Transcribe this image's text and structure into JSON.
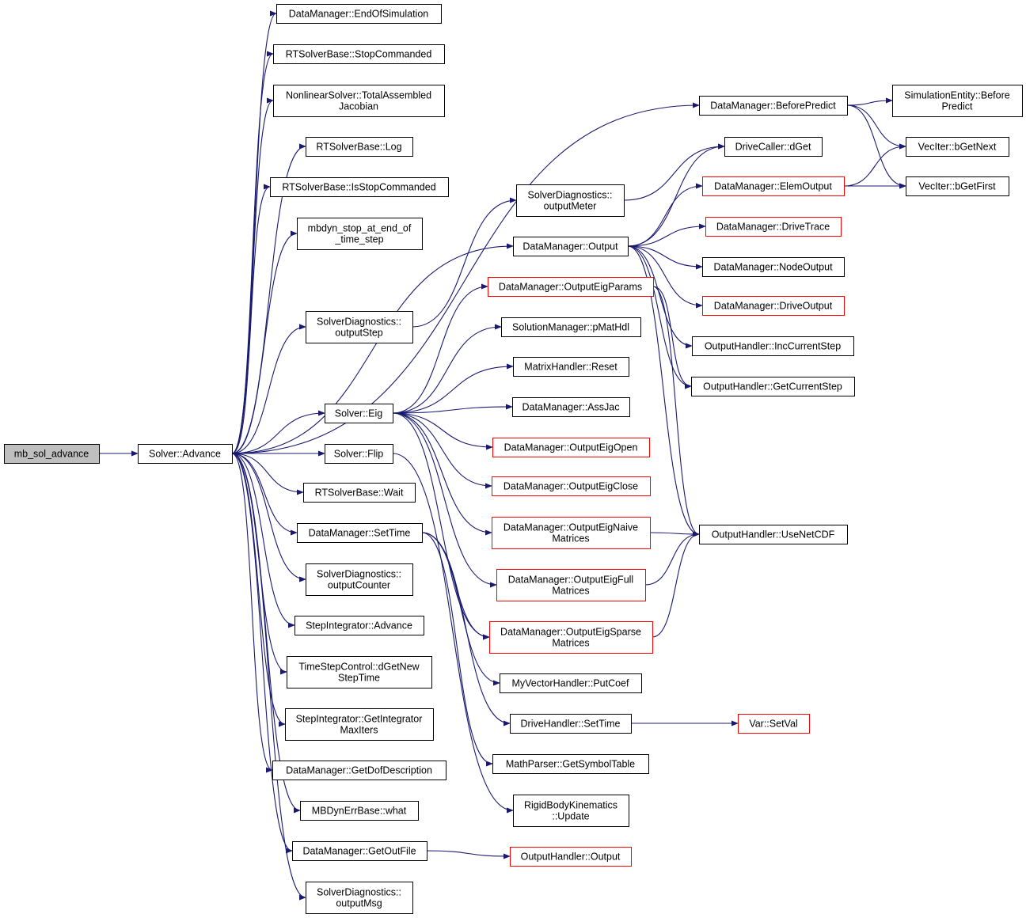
{
  "nodes": [
    {
      "id": "mb_sol_advance",
      "lines": [
        "mb_sol_advance"
      ],
      "style": "root"
    },
    {
      "id": "solver_advance",
      "lines": [
        "Solver::Advance"
      ],
      "style": "normal"
    },
    {
      "id": "dm_endofsim",
      "lines": [
        "DataManager::EndOfSimulation"
      ],
      "style": "normal"
    },
    {
      "id": "rt_stopcommanded",
      "lines": [
        "RTSolverBase::StopCommanded"
      ],
      "style": "normal"
    },
    {
      "id": "nls_totalassembled",
      "lines": [
        "NonlinearSolver::TotalAssembled",
        "Jacobian"
      ],
      "style": "normal"
    },
    {
      "id": "rt_log",
      "lines": [
        "RTSolverBase::Log"
      ],
      "style": "normal"
    },
    {
      "id": "rt_isstopcommanded",
      "lines": [
        "RTSolverBase::IsStopCommanded"
      ],
      "style": "normal"
    },
    {
      "id": "mbdyn_stop",
      "lines": [
        "mbdyn_stop_at_end_of",
        "_time_step"
      ],
      "style": "normal"
    },
    {
      "id": "sd_outputstep",
      "lines": [
        "SolverDiagnostics::",
        "outputStep"
      ],
      "style": "normal"
    },
    {
      "id": "solver_eig",
      "lines": [
        "Solver::Eig"
      ],
      "style": "normal"
    },
    {
      "id": "solver_flip",
      "lines": [
        "Solver::Flip"
      ],
      "style": "normal"
    },
    {
      "id": "rt_wait",
      "lines": [
        "RTSolverBase::Wait"
      ],
      "style": "normal"
    },
    {
      "id": "dm_settime",
      "lines": [
        "DataManager::SetTime"
      ],
      "style": "normal"
    },
    {
      "id": "sd_outputcounter",
      "lines": [
        "SolverDiagnostics::",
        "outputCounter"
      ],
      "style": "normal"
    },
    {
      "id": "si_advance",
      "lines": [
        "StepIntegrator::Advance"
      ],
      "style": "normal"
    },
    {
      "id": "tsc_dgetnew",
      "lines": [
        "TimeStepControl::dGetNew",
        "StepTime"
      ],
      "style": "normal"
    },
    {
      "id": "si_getintegrator",
      "lines": [
        "StepIntegrator::GetIntegrator",
        "MaxIters"
      ],
      "style": "normal"
    },
    {
      "id": "dm_getdofdesc",
      "lines": [
        "DataManager::GetDofDescription"
      ],
      "style": "normal"
    },
    {
      "id": "mberr_what",
      "lines": [
        "MBDynErrBase::what"
      ],
      "style": "normal"
    },
    {
      "id": "dm_getoutfile",
      "lines": [
        "DataManager::GetOutFile"
      ],
      "style": "normal"
    },
    {
      "id": "sd_outputmsg",
      "lines": [
        "SolverDiagnostics::",
        "outputMsg"
      ],
      "style": "normal"
    },
    {
      "id": "sd_outputmeter",
      "lines": [
        "SolverDiagnostics::",
        "outputMeter"
      ],
      "style": "normal"
    },
    {
      "id": "dm_output",
      "lines": [
        "DataManager::Output"
      ],
      "style": "normal"
    },
    {
      "id": "dm_outputeigparams",
      "lines": [
        "DataManager::OutputEigParams"
      ],
      "style": "red"
    },
    {
      "id": "sm_pmathdl",
      "lines": [
        "SolutionManager::pMatHdl"
      ],
      "style": "normal"
    },
    {
      "id": "mh_reset",
      "lines": [
        "MatrixHandler::Reset"
      ],
      "style": "normal"
    },
    {
      "id": "dm_assjac",
      "lines": [
        "DataManager::AssJac"
      ],
      "style": "normal"
    },
    {
      "id": "dm_outputeigopen",
      "lines": [
        "DataManager::OutputEigOpen"
      ],
      "style": "red"
    },
    {
      "id": "dm_outputeigclose",
      "lines": [
        "DataManager::OutputEigClose"
      ],
      "style": "red"
    },
    {
      "id": "dm_outputeignaive",
      "lines": [
        "DataManager::OutputEigNaive",
        "Matrices"
      ],
      "style": "red"
    },
    {
      "id": "dm_outputeigfull",
      "lines": [
        "DataManager::OutputEigFull",
        "Matrices"
      ],
      "style": "red"
    },
    {
      "id": "dm_outputeigsparse",
      "lines": [
        "DataManager::OutputEigSparse",
        "Matrices"
      ],
      "style": "red"
    },
    {
      "id": "mvh_putcoef",
      "lines": [
        "MyVectorHandler::PutCoef"
      ],
      "style": "normal"
    },
    {
      "id": "dh_settime",
      "lines": [
        "DriveHandler::SetTime"
      ],
      "style": "normal"
    },
    {
      "id": "mp_getsymboltable",
      "lines": [
        "MathParser::GetSymbolTable"
      ],
      "style": "normal"
    },
    {
      "id": "rbk_update",
      "lines": [
        "RigidBodyKinematics",
        "::Update"
      ],
      "style": "normal"
    },
    {
      "id": "oh_output",
      "lines": [
        "OutputHandler::Output"
      ],
      "style": "red"
    },
    {
      "id": "dm_beforepredict",
      "lines": [
        "DataManager::BeforePredict"
      ],
      "style": "normal"
    },
    {
      "id": "dc_dget",
      "lines": [
        "DriveCaller::dGet"
      ],
      "style": "normal"
    },
    {
      "id": "dm_elemoutput",
      "lines": [
        "DataManager::ElemOutput"
      ],
      "style": "red"
    },
    {
      "id": "dm_drivetrace",
      "lines": [
        "DataManager::DriveTrace"
      ],
      "style": "red"
    },
    {
      "id": "dm_nodeoutput",
      "lines": [
        "DataManager::NodeOutput"
      ],
      "style": "normal"
    },
    {
      "id": "dm_driveoutput",
      "lines": [
        "DataManager::DriveOutput"
      ],
      "style": "red"
    },
    {
      "id": "oh_inccurrentstep",
      "lines": [
        "OutputHandler::IncCurrentStep"
      ],
      "style": "normal"
    },
    {
      "id": "oh_getcurrentstep",
      "lines": [
        "OutputHandler::GetCurrentStep"
      ],
      "style": "normal"
    },
    {
      "id": "oh_usenetcdf",
      "lines": [
        "OutputHandler::UseNetCDF"
      ],
      "style": "normal"
    },
    {
      "id": "var_setval",
      "lines": [
        "Var::SetVal"
      ],
      "style": "red"
    },
    {
      "id": "se_beforepredict",
      "lines": [
        "SimulationEntity::Before",
        "Predict"
      ],
      "style": "normal"
    },
    {
      "id": "veciter_bgetnext",
      "lines": [
        "VecIter::bGetNext"
      ],
      "style": "normal"
    },
    {
      "id": "veciter_bgetfirst",
      "lines": [
        "VecIter::bGetFirst"
      ],
      "style": "normal"
    }
  ],
  "edges": [
    [
      "mb_sol_advance",
      "solver_advance"
    ],
    [
      "solver_advance",
      "dm_endofsim"
    ],
    [
      "solver_advance",
      "rt_stopcommanded"
    ],
    [
      "solver_advance",
      "nls_totalassembled"
    ],
    [
      "solver_advance",
      "rt_log"
    ],
    [
      "solver_advance",
      "rt_isstopcommanded"
    ],
    [
      "solver_advance",
      "mbdyn_stop"
    ],
    [
      "solver_advance",
      "sd_outputstep"
    ],
    [
      "solver_advance",
      "dm_beforepredict"
    ],
    [
      "solver_advance",
      "dm_output"
    ],
    [
      "solver_advance",
      "solver_eig"
    ],
    [
      "solver_advance",
      "solver_flip"
    ],
    [
      "solver_advance",
      "rt_wait"
    ],
    [
      "solver_advance",
      "dm_settime"
    ],
    [
      "solver_advance",
      "sd_outputcounter"
    ],
    [
      "solver_advance",
      "si_advance"
    ],
    [
      "solver_advance",
      "tsc_dgetnew"
    ],
    [
      "solver_advance",
      "si_getintegrator"
    ],
    [
      "solver_advance",
      "dm_getdofdesc"
    ],
    [
      "solver_advance",
      "mberr_what"
    ],
    [
      "solver_advance",
      "dm_getoutfile"
    ],
    [
      "solver_advance",
      "sd_outputmsg"
    ],
    [
      "sd_outputstep",
      "sd_outputmeter"
    ],
    [
      "solver_eig",
      "dm_outputeigparams"
    ],
    [
      "solver_eig",
      "sm_pmathdl"
    ],
    [
      "solver_eig",
      "mh_reset"
    ],
    [
      "solver_eig",
      "dm_assjac"
    ],
    [
      "solver_eig",
      "dm_outputeigopen"
    ],
    [
      "solver_eig",
      "dm_outputeigclose"
    ],
    [
      "solver_eig",
      "dm_outputeignaive"
    ],
    [
      "solver_eig",
      "dm_outputeigfull"
    ],
    [
      "solver_eig",
      "dm_outputeigsparse"
    ],
    [
      "solver_flip",
      "rbk_update"
    ],
    [
      "dm_settime",
      "mvh_putcoef"
    ],
    [
      "dm_settime",
      "dh_settime"
    ],
    [
      "dm_settime",
      "mp_getsymboltable"
    ],
    [
      "dm_settime",
      "dm_outputeigsparse"
    ],
    [
      "dm_getoutfile",
      "oh_output"
    ],
    [
      "sd_outputmeter",
      "dc_dget"
    ],
    [
      "dm_output",
      "dc_dget"
    ],
    [
      "dm_output",
      "dm_elemoutput"
    ],
    [
      "dm_output",
      "dm_drivetrace"
    ],
    [
      "dm_output",
      "dm_nodeoutput"
    ],
    [
      "dm_output",
      "dm_driveoutput"
    ],
    [
      "dm_output",
      "oh_inccurrentstep"
    ],
    [
      "dm_output",
      "oh_getcurrentstep"
    ],
    [
      "dm_output",
      "oh_usenetcdf"
    ],
    [
      "dm_outputeigparams",
      "oh_getcurrentstep"
    ],
    [
      "dm_outputeigparams",
      "oh_usenetcdf"
    ],
    [
      "dm_outputeignaive",
      "oh_usenetcdf"
    ],
    [
      "dm_outputeigfull",
      "oh_usenetcdf"
    ],
    [
      "dm_outputeigsparse",
      "oh_usenetcdf"
    ],
    [
      "dh_settime",
      "var_setval"
    ],
    [
      "dm_beforepredict",
      "se_beforepredict"
    ],
    [
      "dm_beforepredict",
      "veciter_bgetnext"
    ],
    [
      "dm_beforepredict",
      "veciter_bgetfirst"
    ],
    [
      "dm_elemoutput",
      "veciter_bgetnext"
    ],
    [
      "dm_elemoutput",
      "veciter_bgetfirst"
    ]
  ]
}
